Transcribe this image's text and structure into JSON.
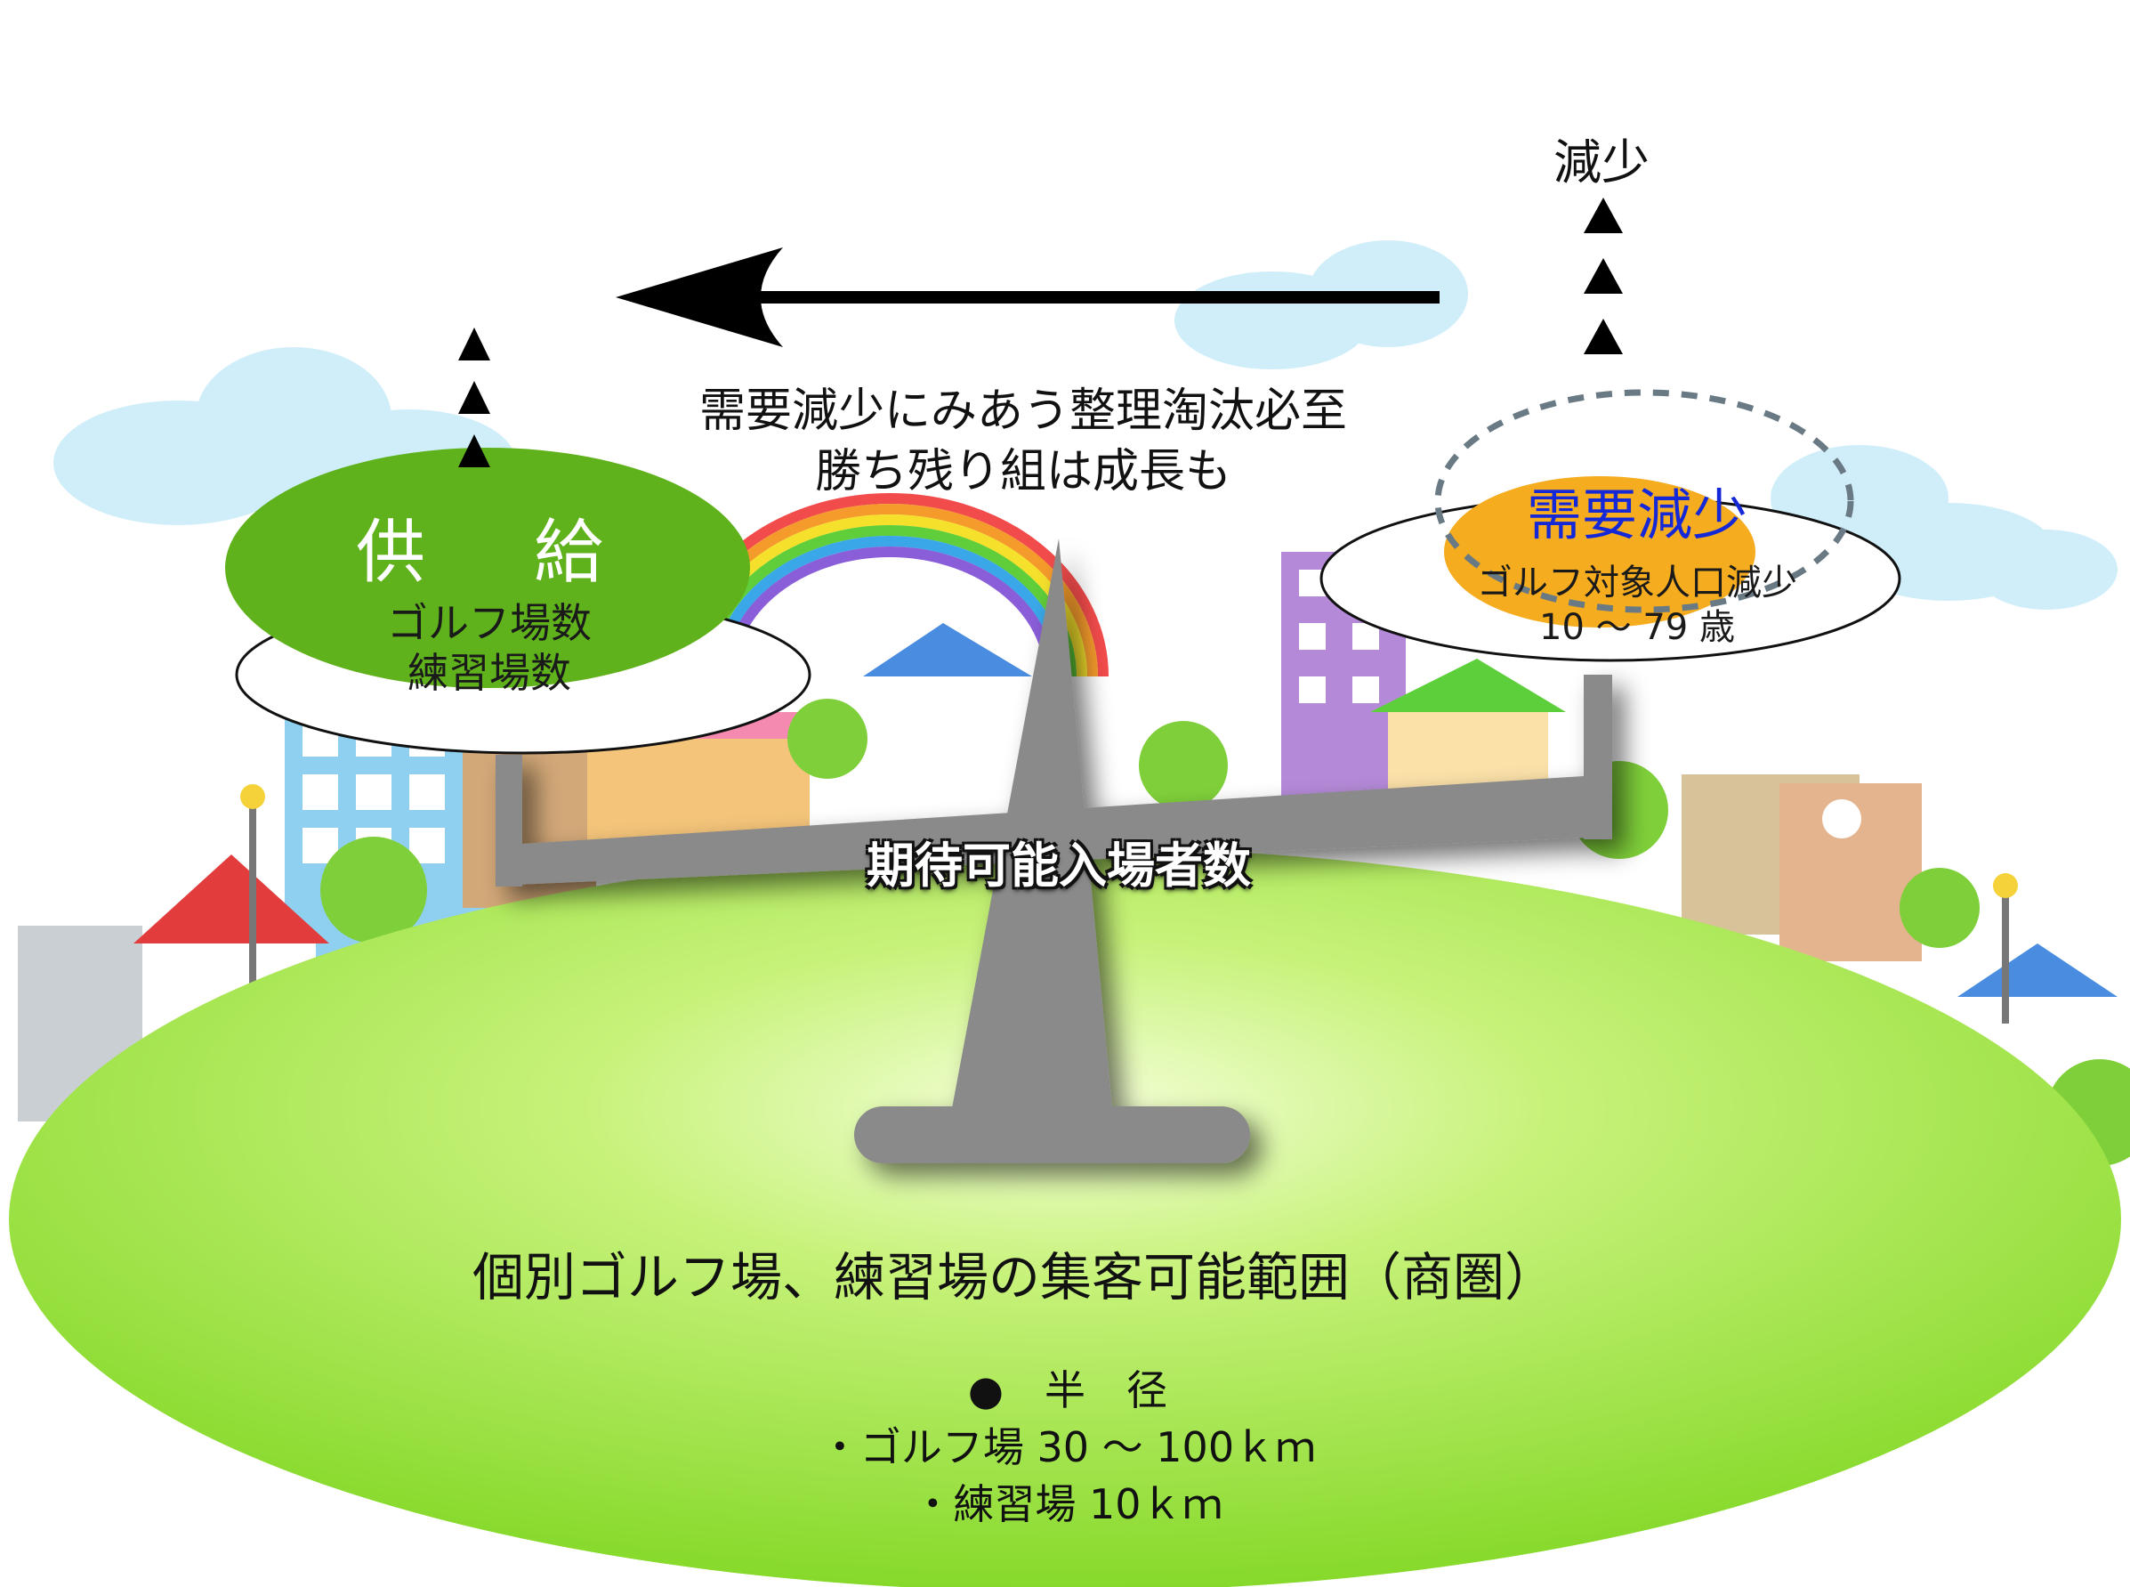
{
  "diagram": {
    "supply": {
      "title": "供　給",
      "items": [
        "ゴルフ場数",
        "練習場数"
      ]
    },
    "demand": {
      "title": "需要減少",
      "items": [
        "ゴルフ対象人口減少",
        "10 ～ 79 歳"
      ]
    },
    "decline_label": "減少",
    "arrow_caption": [
      "需要減少にみあう整理淘汰必至",
      "勝ち残り組は成長も"
    ],
    "fulcrum_label": "期待可能入場者数",
    "catchment": {
      "title": "個別ゴルフ場、練習場の集客可能範囲（商圏）",
      "radius_heading": "●　半　径",
      "radius_items": [
        "・ゴルフ場 30 ～ 100ｋｍ",
        "・練習場 10ｋｍ"
      ]
    },
    "colors": {
      "supply": "#5fb21c",
      "demand": "#f5ac1e",
      "demand_text": "#1428d8",
      "ground": "#9be83a",
      "balance": "#8a8a8a"
    }
  }
}
